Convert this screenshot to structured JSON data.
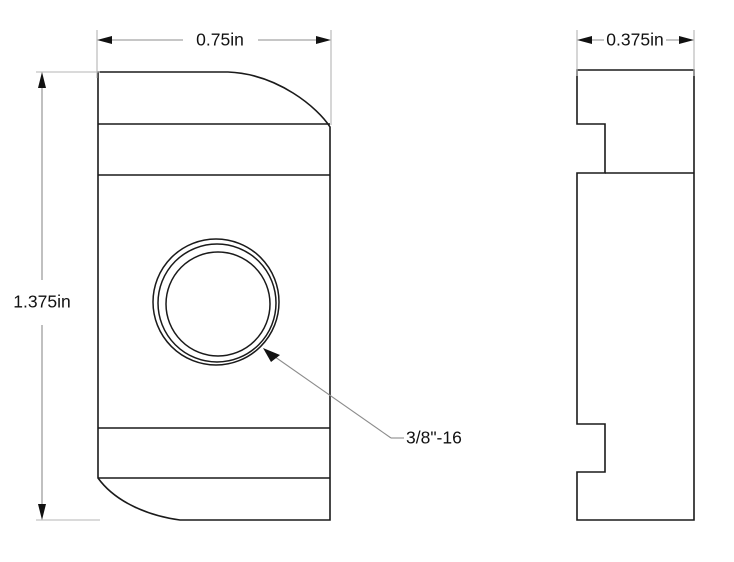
{
  "drawing": {
    "title": "Orthographic part drawing",
    "background_color": "#ffffff",
    "line_color": "#1a1a1a",
    "dimension_color": "#8c8c8c",
    "text_color": "#111111",
    "units": "in"
  },
  "dimensions": {
    "front_width": {
      "value": "0.75in",
      "orientation": "horizontal",
      "position": "top-left-view"
    },
    "front_height": {
      "value": "1.375in",
      "orientation": "vertical",
      "position": "left-of-left-view"
    },
    "side_width": {
      "value": "0.375in",
      "orientation": "horizontal",
      "position": "top-right-view"
    }
  },
  "callouts": [
    {
      "label": "3/8\"-16",
      "target": "threaded-hole",
      "description": "tapped thread callout with leader arrow to hole"
    }
  ],
  "views": {
    "front": {
      "name": "front-view",
      "features": [
        "rounded top-right corner",
        "concave bottom-left corner",
        "threaded through hole",
        "four horizontal step lines"
      ]
    },
    "side": {
      "name": "side-view",
      "features": [
        "upper left notch",
        "lower left notch",
        "horizontal step line"
      ]
    }
  }
}
